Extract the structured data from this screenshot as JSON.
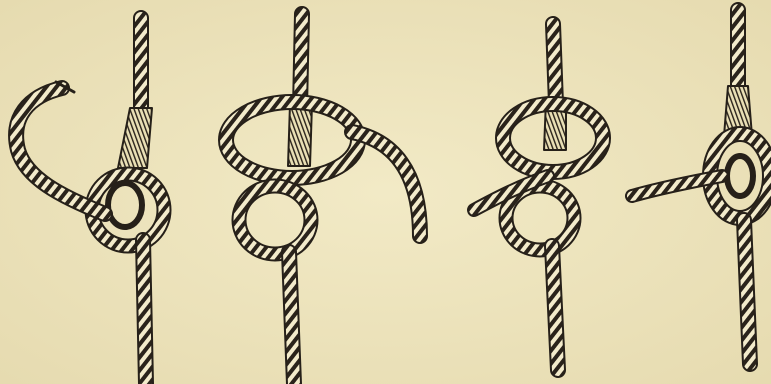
{
  "figure": {
    "paper_color": "#efe6bf",
    "ink_color": "#262019",
    "rope_fill_color": "#f3ebcb",
    "panels": [
      {
        "name": "knot-stage-1"
      },
      {
        "name": "knot-stage-2"
      },
      {
        "name": "knot-stage-3"
      },
      {
        "name": "knot-stage-4"
      }
    ]
  }
}
